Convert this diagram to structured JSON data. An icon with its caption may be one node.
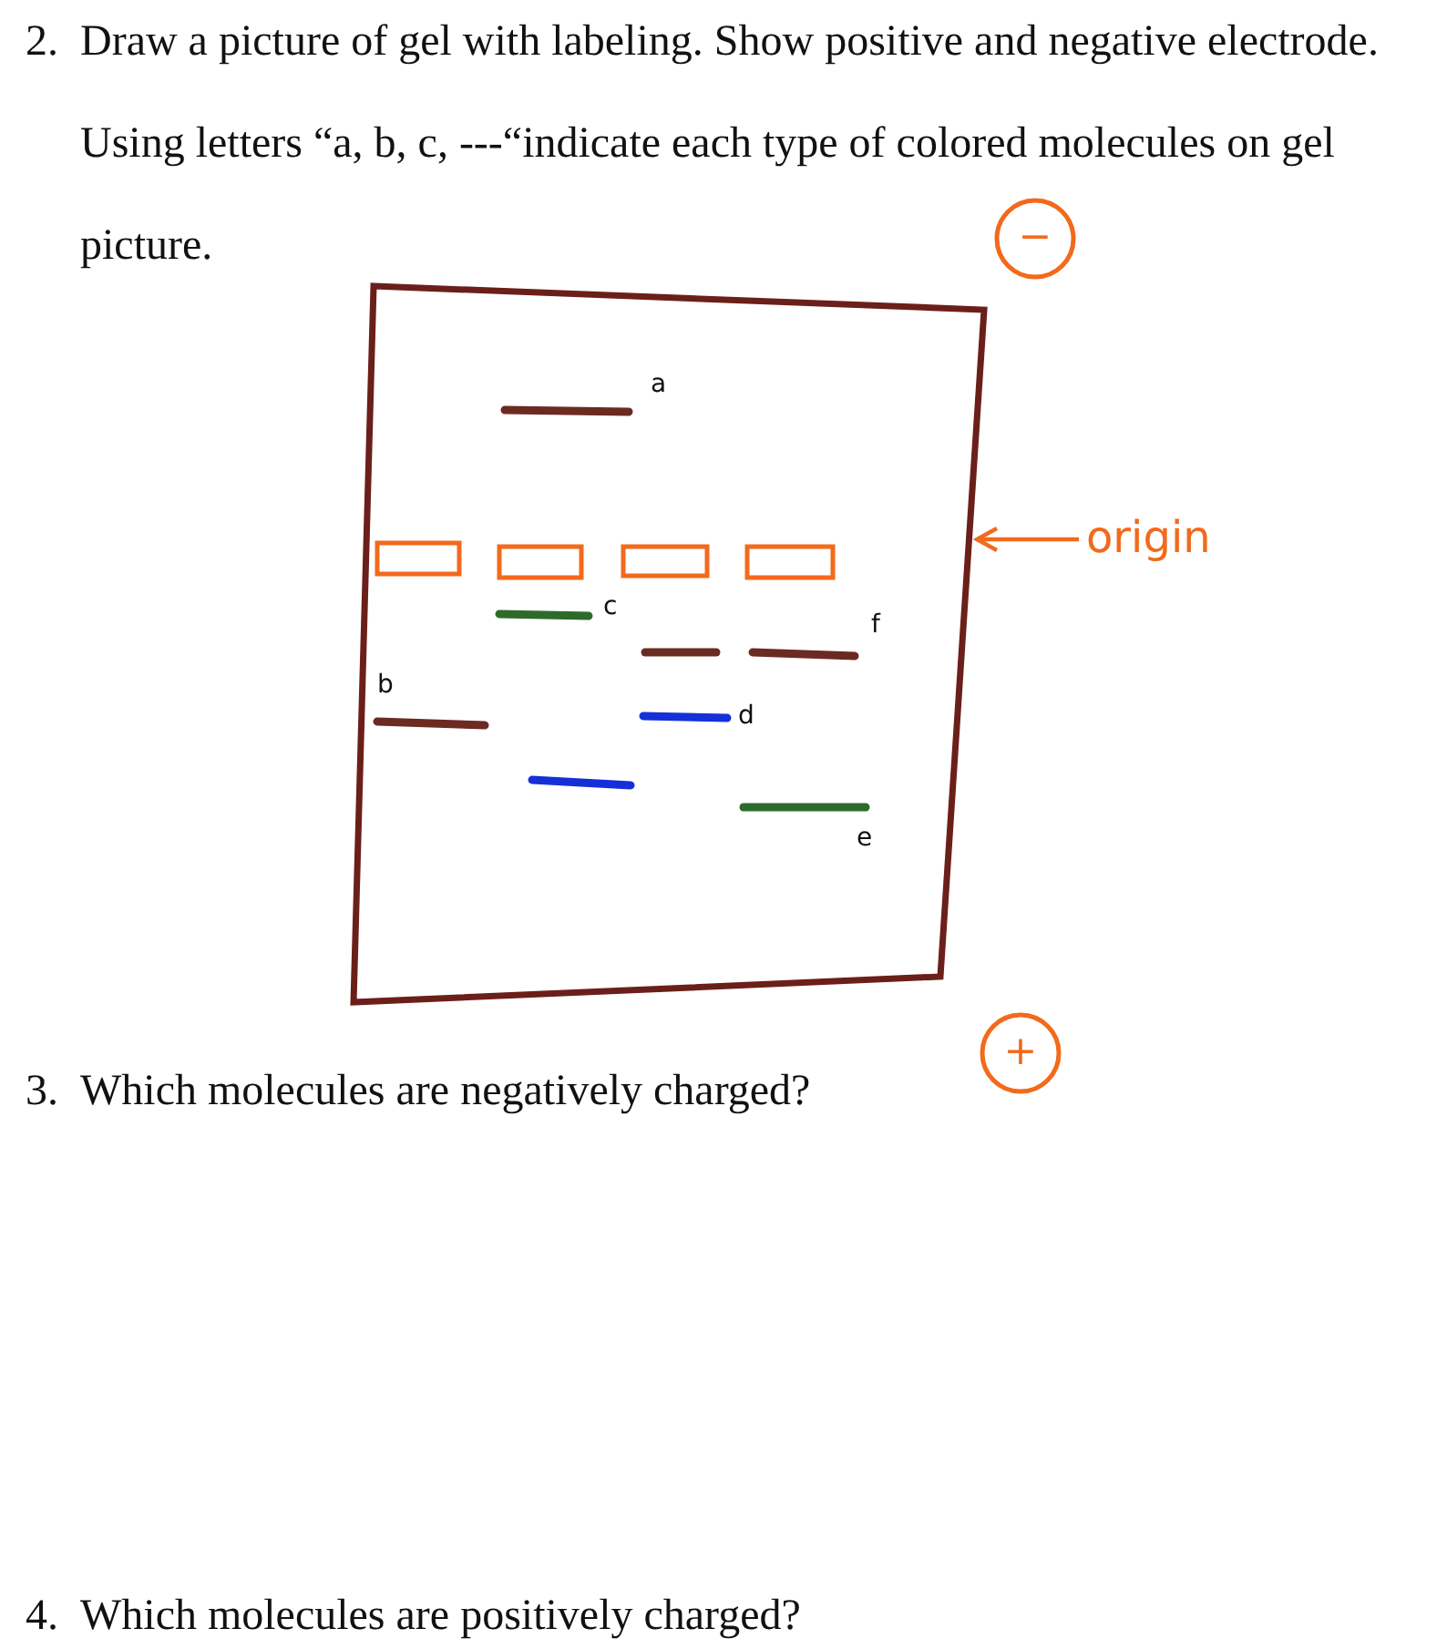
{
  "diagram": {
    "nodes": [
      {
        "text": [],
        "shape": "box"
      },
      {
        "text": [
          "origin"
        ]
      },
      {
        "text": [
          "−"
        ]
      },
      {
        "text": [
          "+"
        ]
      }
    ],
    "edges": [
      {
        "from": 1,
        "to": 0,
        "arrow": "to"
      }
    ],
    "labels": [
      "2.",
      "Draw a picture of gel with labeling. Show positive and negative electrode. Using letters “a, b, c, ---“indicate each type of colored molecules on gel picture.",
      "a",
      "c",
      "f",
      "b",
      "d",
      "e",
      "3.",
      "Which molecules are negatively charged?",
      "4.",
      "Which molecules are positively charged?"
    ]
  }
}
